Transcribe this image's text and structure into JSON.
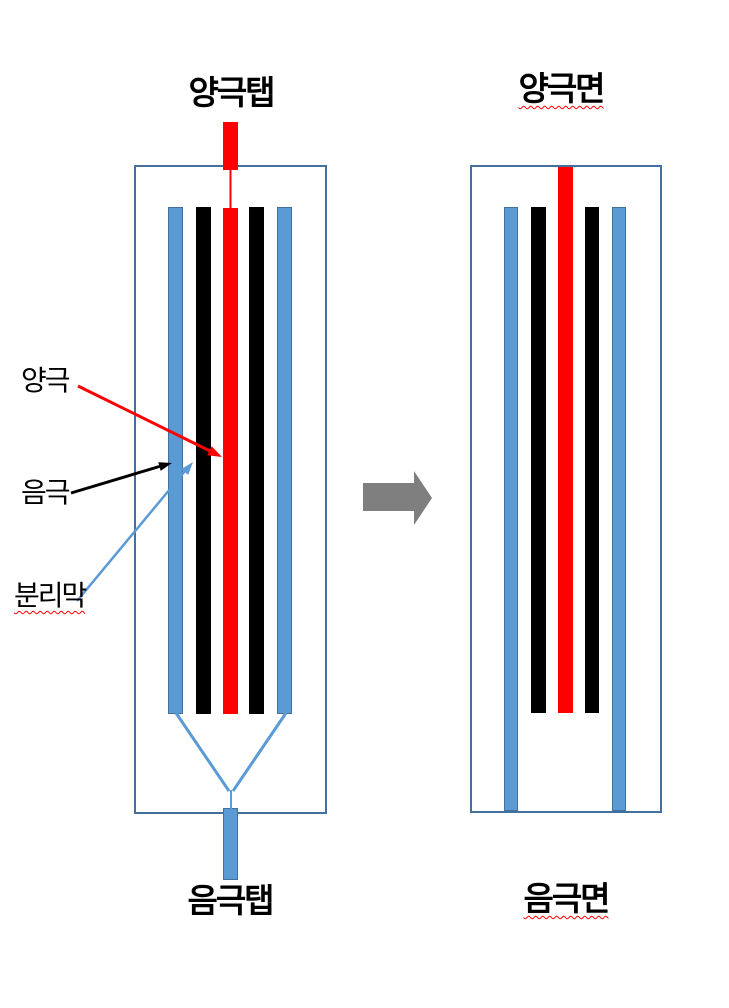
{
  "figure": {
    "left": {
      "top_label": "양극탭",
      "bottom_label": "음극탭",
      "plates": [
        "분리막",
        "음극",
        "양극",
        "음극",
        "분리막"
      ]
    },
    "right": {
      "top_label": "양극면",
      "bottom_label": "음극면",
      "plates": [
        "분리막",
        "음극",
        "양극",
        "음극",
        "분리막"
      ]
    },
    "callouts": [
      {
        "label": "양극",
        "points_to": "red-positive-plate",
        "arrow_color": "#ff0000"
      },
      {
        "label": "음극",
        "points_to": "black-negative-plate",
        "arrow_color": "#000000"
      },
      {
        "label": "분리막",
        "points_to": "blue-separator-plate",
        "arrow_color": "#5b9bd5"
      }
    ]
  },
  "colors": {
    "pos": "#ff0000",
    "neg": "#000000",
    "sep_fill": "#5b9bd5",
    "sep_border": "#41719c",
    "case_border": "#44709d",
    "arrow_gray": "#7f7f7f",
    "squiggle": "#ff0000",
    "text": "#000000",
    "background": "#ffffff"
  }
}
